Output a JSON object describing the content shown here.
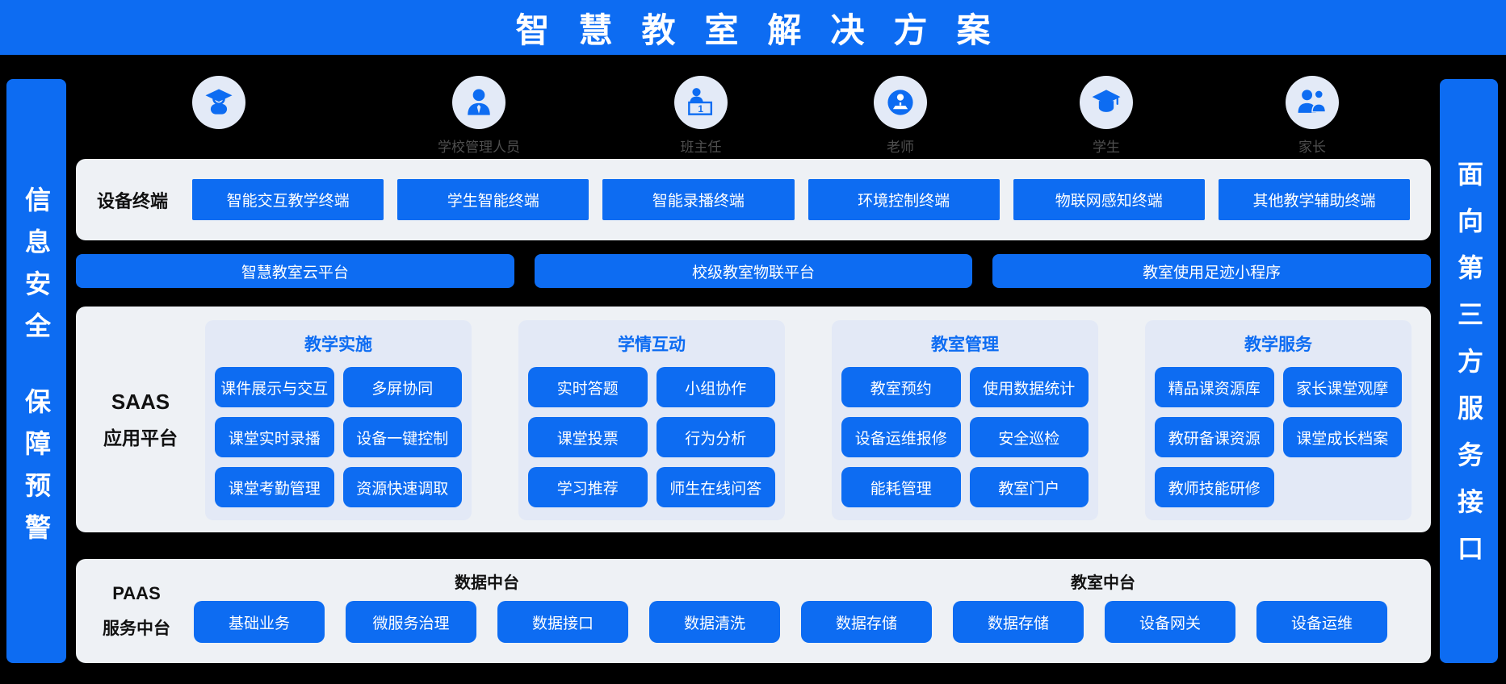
{
  "title": "智慧教室解决方案",
  "colors": {
    "accent_blue": "#0d6cf2",
    "background": "#000000",
    "panel_bg": "#eef1f5",
    "column_bg": "#e3e9f6",
    "icon_circle_bg": "#e3eaf7",
    "role_label_gray": "#4f4f4f",
    "button_text": "#ffffff"
  },
  "left_sidebar": {
    "line1": "信息安全",
    "line2": "保障预警"
  },
  "right_sidebar": {
    "text": "面向第三方服务接口"
  },
  "roles": [
    {
      "icon": "graduate-icon",
      "label": ""
    },
    {
      "icon": "school-admin-icon",
      "label": "学校管理人员"
    },
    {
      "icon": "head-teacher-icon",
      "label": "班主任"
    },
    {
      "icon": "teacher-icon",
      "label": "老师"
    },
    {
      "icon": "student-icon",
      "label": "学生"
    },
    {
      "icon": "parents-icon",
      "label": "家长"
    }
  ],
  "device_row": {
    "label": "设备终端",
    "items": [
      "智能交互教学终端",
      "学生智能终端",
      "智能录播终端",
      "环境控制终端",
      "物联网感知终端",
      "其他教学辅助终端"
    ]
  },
  "platform_row": {
    "items": [
      "智慧教室云平台",
      "校级教室物联平台",
      "教室使用足迹小程序"
    ]
  },
  "saas": {
    "label_line1": "SAAS",
    "label_line2": "应用平台",
    "columns": [
      {
        "title": "教学实施",
        "items": [
          "课件展示与交互",
          "多屏协同",
          "课堂实时录播",
          "设备一键控制",
          "课堂考勤管理",
          "资源快速调取"
        ]
      },
      {
        "title": "学情互动",
        "items": [
          "实时答题",
          "小组协作",
          "课堂投票",
          "行为分析",
          "学习推荐",
          "师生在线问答"
        ]
      },
      {
        "title": "教室管理",
        "items": [
          "教室预约",
          "使用数据统计",
          "设备运维报修",
          "安全巡检",
          "能耗管理",
          "教室门户"
        ]
      },
      {
        "title": "教学服务",
        "items": [
          "精品课资源库",
          "家长课堂观摩",
          "教研备课资源",
          "课堂成长档案",
          "教师技能研修"
        ]
      }
    ]
  },
  "paas": {
    "label_line1": "PAAS",
    "label_line2": "服务中台",
    "groups": [
      {
        "title": "数据中台",
        "items": [
          "基础业务",
          "微服务治理",
          "数据接口",
          "数据清洗"
        ]
      },
      {
        "title": "教室中台",
        "items": [
          "数据存储",
          "数据存储",
          "设备网关",
          "设备运维"
        ]
      }
    ]
  }
}
